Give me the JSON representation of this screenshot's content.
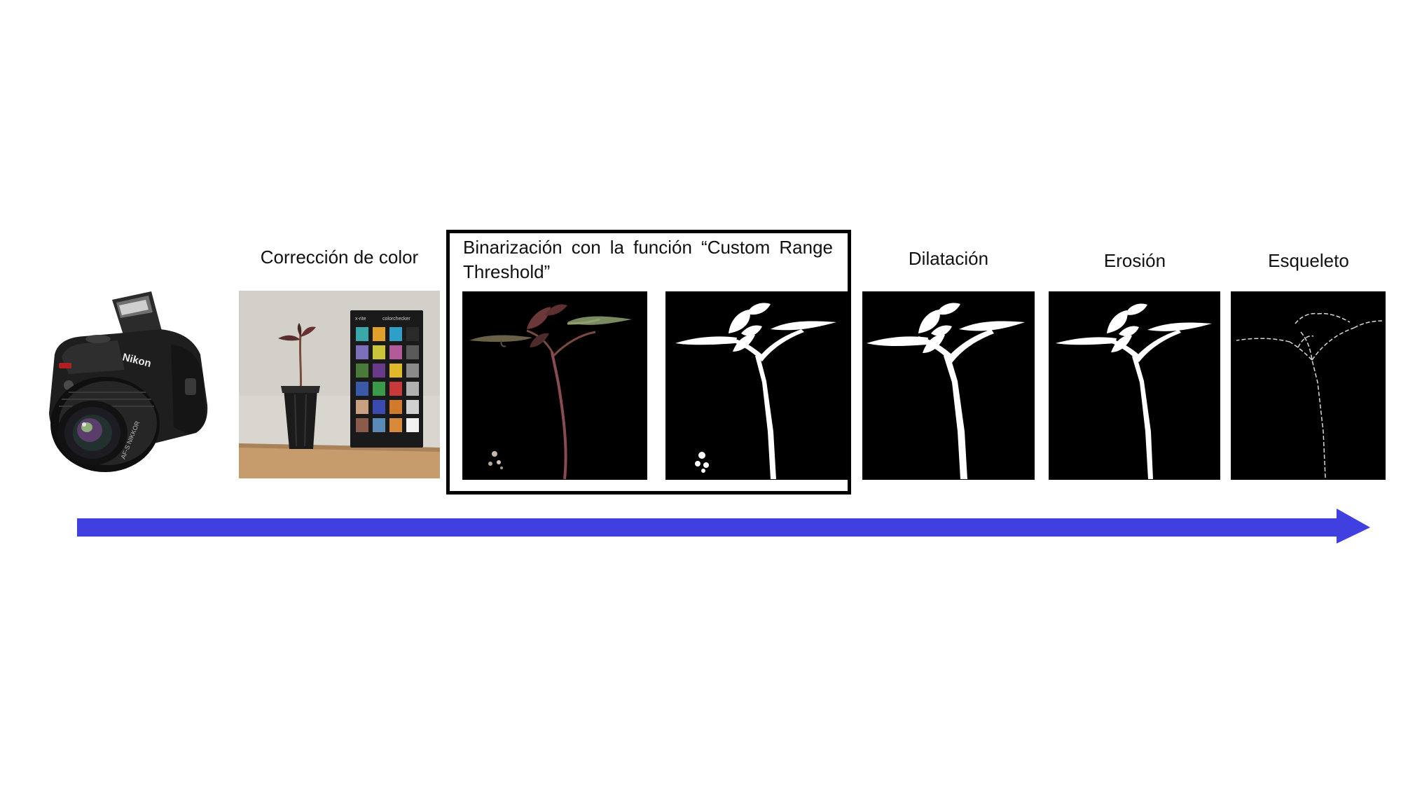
{
  "steps": [
    {
      "id": "color-correction",
      "label": "Corrección de color"
    },
    {
      "id": "binarization",
      "label": "Binarización con la función “Custom Range Threshold”"
    },
    {
      "id": "dilation",
      "label": "Dilatación"
    },
    {
      "id": "erosion",
      "label": "Erosión"
    },
    {
      "id": "skeleton",
      "label": "Esqueleto"
    }
  ],
  "camera": {
    "brand": "Nikon"
  },
  "colors": {
    "arrow": "#4040e0",
    "panel_bg": "#000000",
    "silhouette": "#ffffff",
    "wall": "#d9d6cf",
    "table": "#c79c6d"
  },
  "colorchecker_swatches": [
    "#3aa7a8",
    "#e0a12c",
    "#2f9ec9",
    "#2a2a2a",
    "#7a6fb8",
    "#c9c43a",
    "#b05a9a",
    "#5a5a5a",
    "#4a7a3a",
    "#6a3a8a",
    "#e0b82a",
    "#8a8a8a",
    "#3a5aa8",
    "#3a9a4a",
    "#c83a3a",
    "#b0b0b0",
    "#c9a080",
    "#3a4ab0",
    "#d07a2a",
    "#d0d0d0",
    "#8a5a4a",
    "#5a8ab8",
    "#d88a3a",
    "#f0f0f0"
  ]
}
